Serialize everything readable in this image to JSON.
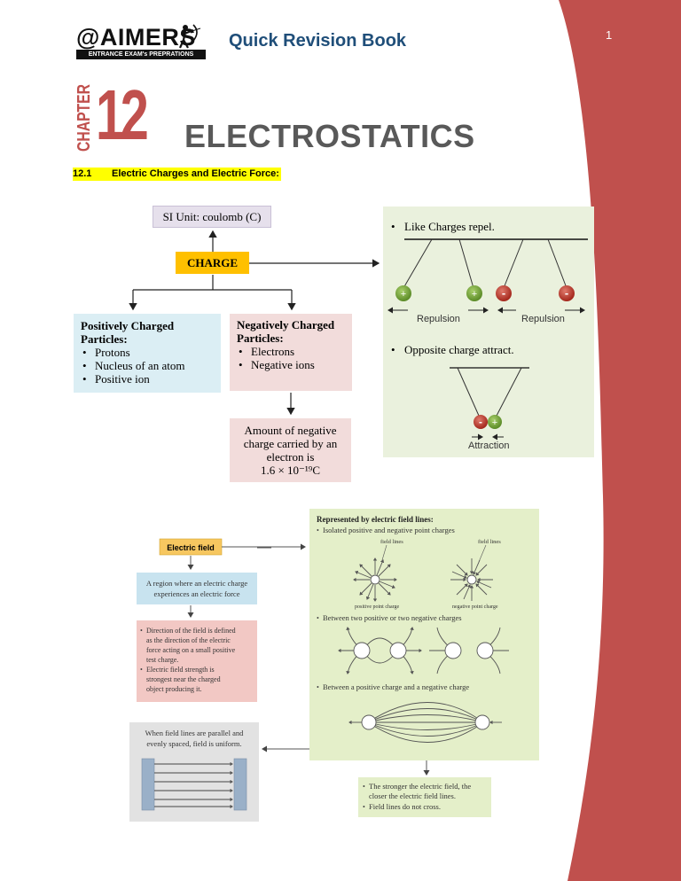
{
  "page": {
    "number": "1"
  },
  "header": {
    "logo_text": "@AIMERS",
    "logo_tagline": "ENTRANCE EXAM's PREPRATIONS",
    "book_title": "Quick Revision Book"
  },
  "chapter": {
    "label": "CHAPTER",
    "number": "12",
    "title": "ELECTROSTATICS"
  },
  "section": {
    "number": "12.1",
    "title": "Electric Charges and Electric Force:"
  },
  "concept_map": {
    "si_unit": "SI Unit: coulomb (C)",
    "charge": "CHARGE",
    "positive": {
      "title": "Positively Charged Particles:",
      "items": [
        "Protons",
        "Nucleus of an atom",
        "Positive ion"
      ]
    },
    "negative": {
      "title": "Negatively Charged Particles:",
      "items": [
        "Electrons",
        "Negative ions"
      ]
    },
    "amount": {
      "line1": "Amount of negative",
      "line2": "charge carried by an",
      "line3": "electron is",
      "value": "1.6 × 10⁻¹⁹C"
    }
  },
  "charge_figure": {
    "like_text": "Like Charges repel.",
    "opposite_text": "Opposite charge attract.",
    "repulsion_label": "Repulsion",
    "attraction_label": "Attraction",
    "plus": "+",
    "minus": "-"
  },
  "field_figure": {
    "electric_field": "Electric field",
    "region_line1": "A region where an electric charge",
    "region_line2": "experiences an electric force",
    "direction_bullets": [
      "Direction of the field is defined",
      "as the direction of the electric",
      "force acting on a small positive",
      "test charge.",
      "Electric field strength is",
      "strongest near the charged",
      "object producing it."
    ],
    "uniform_line1": "When field lines are parallel and",
    "uniform_line2": "evenly spaced, field is uniform.",
    "represented_title": "Represented by electric field lines:",
    "isolated": "Isolated positive and negative point charges",
    "field_lines": "field lines",
    "positive_point_charge": "positive point charge",
    "negative_point_charge": "negative point charge",
    "between_like": "Between two positive or two negative charges",
    "between_unlike": "Between a positive charge and a negative charge",
    "stronger_line1": "The stronger the electric field, the",
    "stronger_line2": "closer the electric field lines.",
    "no_cross": "Field lines do not cross."
  },
  "colors": {
    "accent_red": "#c0504d",
    "charge_yellow": "#ffc000",
    "section_highlight": "#ffff00",
    "title_blue": "#1f4e79"
  }
}
